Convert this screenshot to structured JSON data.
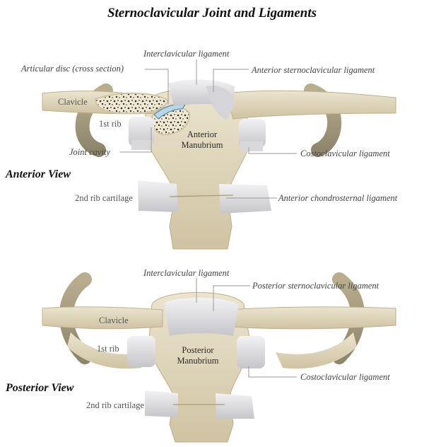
{
  "title": "Sternoclavicular Joint and Ligaments",
  "anterior": {
    "view_label": "Anterior View",
    "interclavicular": "Interclavicular ligament",
    "articular_disc": "Articular disc (cross section)",
    "anterior_sc": "Anterior sternoclavicular ligament",
    "clavicle": "Clavicle",
    "first_rib": "1st rib",
    "manubrium_line1": "Anterior",
    "manubrium_line2": "Manubrium",
    "joint_cavity": "Joint cavity",
    "costoclavicular": "Costoclavicular ligament",
    "second_rib": "2nd rib cartilage",
    "chondrosternal": "Anterior chondrosternal ligament"
  },
  "posterior": {
    "view_label": "Posterior View",
    "interclavicular": "Interclavicular ligament",
    "posterior_sc": "Posterior sternoclavicular ligament",
    "clavicle": "Clavicle",
    "first_rib": "1st rib",
    "manubrium_line1": "Posterior",
    "manubrium_line2": "Manubrium",
    "costoclavicular": "Costoclavicular ligament",
    "second_rib": "2nd rib cartilage"
  },
  "colors": {
    "bone": "#e2d8bf",
    "bone_dark": "#c9bc98",
    "cartilage": "#e8e8ea",
    "cartilage_shade": "#c9c9cd",
    "leader": "#9a9a9a"
  }
}
